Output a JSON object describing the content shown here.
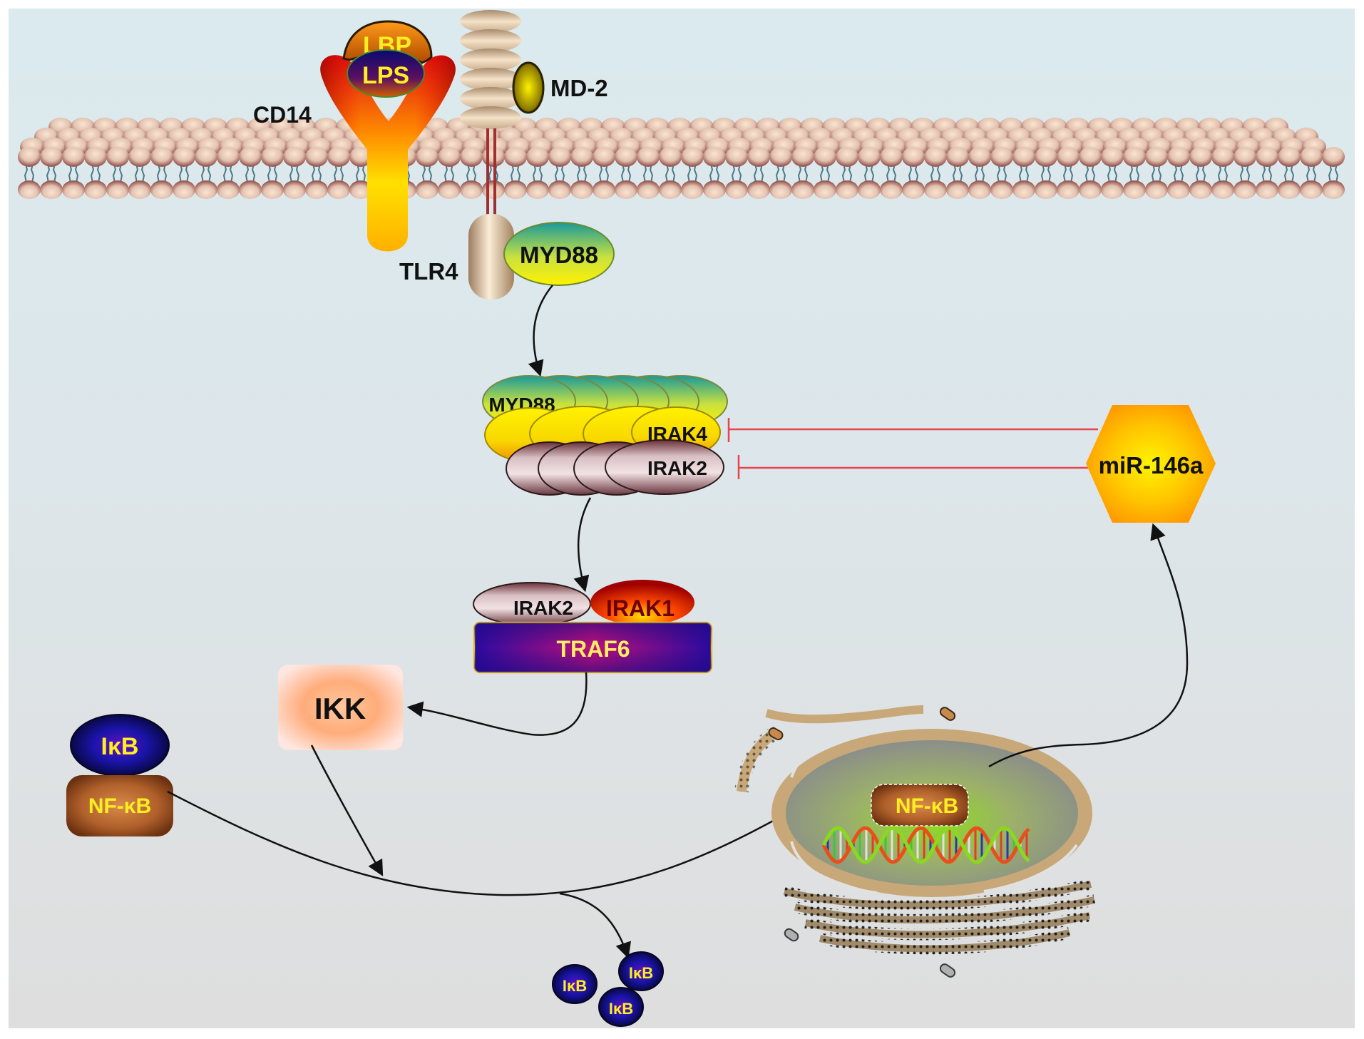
{
  "title": "LPS / TLR4 / NF-kB signaling pathway regulated by miR-146a",
  "colors": {
    "background_top": "#dbeaee",
    "background_bottom": "#dedede",
    "inhibition_line": "#e8424f",
    "arrow": "#111111",
    "label_yellow": "#ffee22",
    "label_black": "#111111"
  },
  "extracellular": {
    "lbp": "LBP",
    "lps": "LPS",
    "cd14": "CD14",
    "md2": "MD-2",
    "tlr4": "TLR4"
  },
  "adaptor": {
    "myd88": "MYD88"
  },
  "myddosome": {
    "myd88": "MYD88",
    "irak4": "IRAK4",
    "irak2": "IRAK2"
  },
  "traf6_complex": {
    "irak2": "IRAK2",
    "irak1": "IRAK1",
    "traf6": "TRAF6"
  },
  "ikk": "IKK",
  "cytoplasm_complex": {
    "ikb": "IκB",
    "nfkb": "NF-κB"
  },
  "nucleus": {
    "nfkb": "NF-κB"
  },
  "degraded_ikb": [
    "IκB",
    "IκB",
    "IκB"
  ],
  "mirna": "miR-146a",
  "edges": [
    {
      "from": "MYD88",
      "to": "MYD88/IRAK4/IRAK2 complex",
      "type": "activation"
    },
    {
      "from": "MYD88/IRAK4/IRAK2 complex",
      "to": "IRAK2/IRAK1/TRAF6",
      "type": "activation"
    },
    {
      "from": "TRAF6",
      "to": "IKK",
      "type": "activation"
    },
    {
      "from": "IKK",
      "to": "IκB/NF-κB dissociation",
      "type": "activation"
    },
    {
      "from": "NF-κB",
      "to": "Nucleus",
      "type": "translocation"
    },
    {
      "from": "IκB/NF-κB",
      "to": "IκB degradation",
      "type": "activation"
    },
    {
      "from": "Nucleus",
      "to": "miR-146a",
      "type": "activation"
    },
    {
      "from": "miR-146a",
      "to": "IRAK4",
      "type": "inhibition"
    },
    {
      "from": "miR-146a",
      "to": "IRAK2",
      "type": "inhibition"
    }
  ]
}
